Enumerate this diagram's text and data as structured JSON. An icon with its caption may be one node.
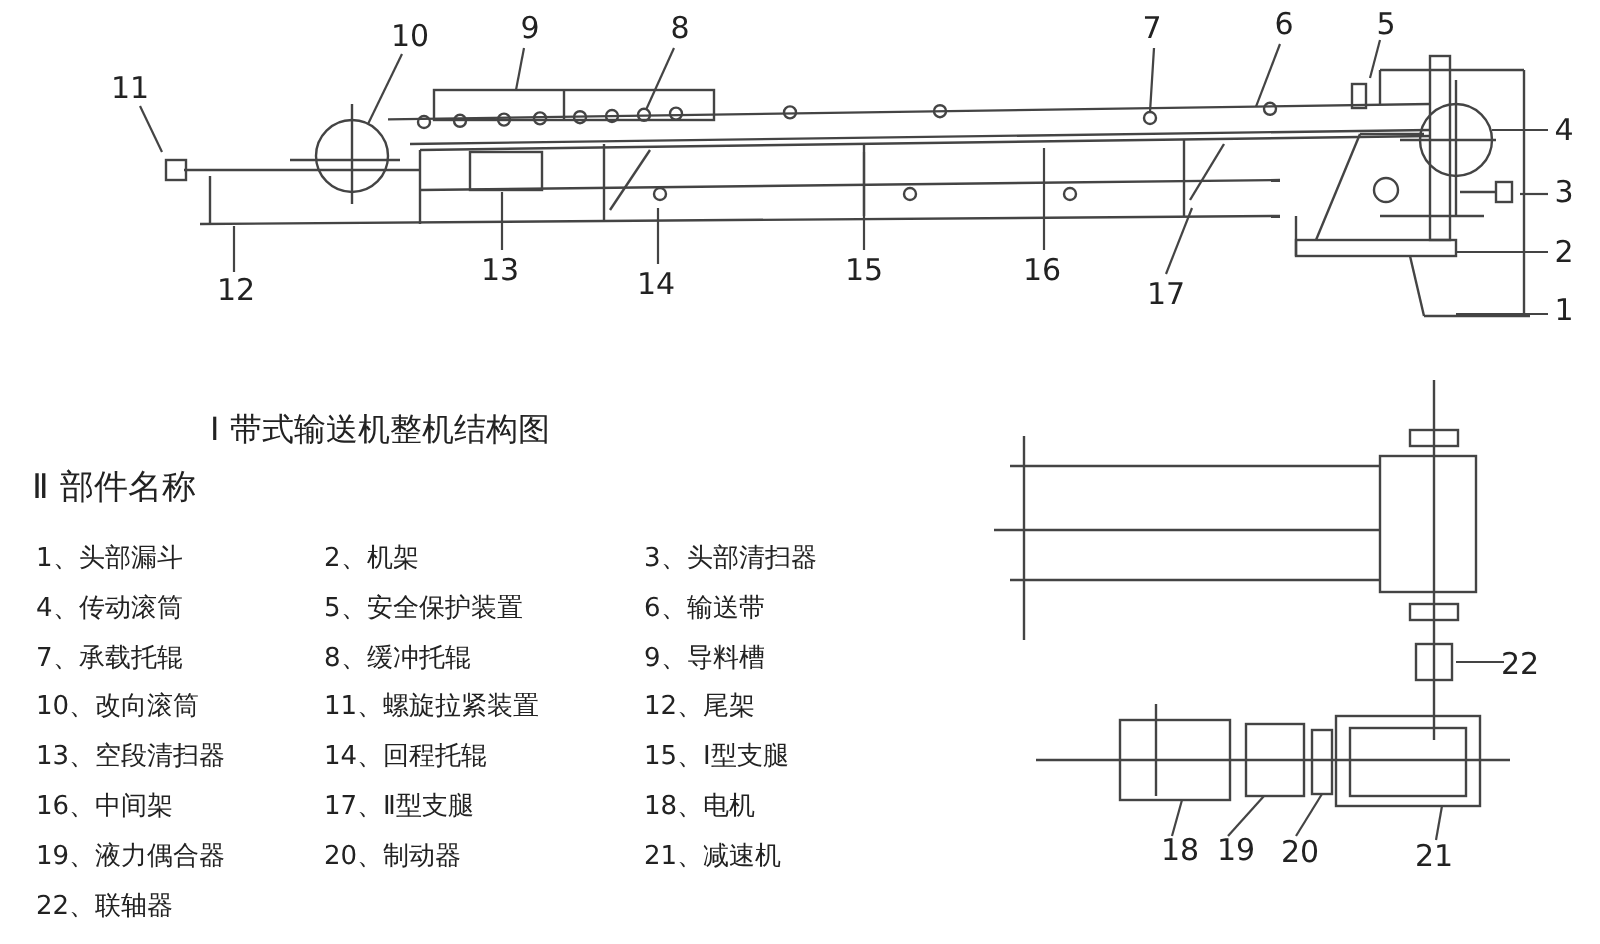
{
  "diagram": {
    "title": "Ⅰ 带式输送机整机结构图",
    "nodes": [
      {
        "text": [
          "1"
        ]
      },
      {
        "text": [
          "2"
        ]
      },
      {
        "text": [
          "3"
        ]
      },
      {
        "text": [
          "4"
        ]
      },
      {
        "text": [
          "5"
        ]
      },
      {
        "text": [
          "6"
        ]
      },
      {
        "text": [
          "7"
        ]
      },
      {
        "text": [
          "8"
        ]
      },
      {
        "text": [
          "9"
        ]
      },
      {
        "text": [
          "10"
        ]
      },
      {
        "text": [
          "11"
        ]
      },
      {
        "text": [
          "12"
        ]
      },
      {
        "text": [
          "13"
        ]
      },
      {
        "text": [
          "14"
        ]
      },
      {
        "text": [
          "15"
        ]
      },
      {
        "text": [
          "16"
        ]
      },
      {
        "text": [
          "17"
        ]
      },
      {
        "text": [
          "18"
        ]
      },
      {
        "text": [
          "19"
        ]
      },
      {
        "text": [
          "20"
        ]
      },
      {
        "text": [
          "21"
        ]
      },
      {
        "text": [
          "22"
        ]
      },
      {
        "text": [],
        "shape": "circle"
      },
      {
        "text": [],
        "shape": "picture"
      },
      {
        "text": [],
        "shape": "box"
      },
      {
        "text": [],
        "shape": "circle"
      },
      {
        "text": [],
        "shape": "circle"
      },
      {
        "text": [],
        "shape": "box"
      },
      {
        "text": [],
        "shape": "box"
      },
      {
        "text": [],
        "shape": "box"
      },
      {
        "text": [],
        "shape": "picture"
      },
      {
        "text": [],
        "shape": "box"
      }
    ],
    "edges": [
      {
        "from": 0,
        "to": null,
        "arrow": "none"
      },
      {
        "from": 1,
        "to": null,
        "arrow": "none"
      },
      {
        "from": 2,
        "to": null,
        "arrow": "none"
      },
      {
        "from": 3,
        "to": null,
        "arrow": "none"
      },
      {
        "from": 4,
        "to": null,
        "arrow": "none"
      },
      {
        "from": 5,
        "to": 23,
        "arrow": "none"
      },
      {
        "from": 6,
        "to": 26,
        "arrow": "none"
      },
      {
        "from": 7,
        "to": 25,
        "arrow": "none"
      },
      {
        "from": 8,
        "to": 24,
        "arrow": "none"
      },
      {
        "from": 9,
        "to": 22,
        "arrow": "none"
      },
      {
        "from": 10,
        "to": null,
        "arrow": "none"
      },
      {
        "from": 11,
        "to": null,
        "arrow": "none"
      },
      {
        "from": 12,
        "to": null,
        "arrow": "none"
      },
      {
        "from": 13,
        "to": null,
        "arrow": "none"
      },
      {
        "from": 14,
        "to": null,
        "arrow": "none"
      },
      {
        "from": 15,
        "to": null,
        "arrow": "none"
      },
      {
        "from": 16,
        "to": null,
        "arrow": "none"
      },
      {
        "from": 17,
        "to": 27,
        "arrow": "none"
      },
      {
        "from": 18,
        "to": 28,
        "arrow": "none"
      },
      {
        "from": 19,
        "to": 29,
        "arrow": "none"
      },
      {
        "from": 20,
        "to": 30,
        "arrow": "none"
      },
      {
        "from": 21,
        "to": 31,
        "arrow": "none"
      }
    ],
    "labels": [
      "Ⅱ 部件名称",
      "1、头部漏斗",
      "2、机架",
      "3、头部清扫器",
      "4、传动滚筒",
      "5、安全保护装置",
      "6、输送带",
      "7、承载托辊",
      "8、缓冲托辊",
      "9、导料槽",
      "10、改向滚筒",
      "11、螺旋拉紧装置",
      "12、尾架",
      "13、空段清扫器",
      "14、回程托辊",
      "15、Ⅰ型支腿",
      "16、中间架",
      "17、Ⅱ型支腿",
      "18、电机",
      "19、液力偶合器",
      "20、制动器",
      "21、减速机",
      "22、联轴器"
    ]
  }
}
